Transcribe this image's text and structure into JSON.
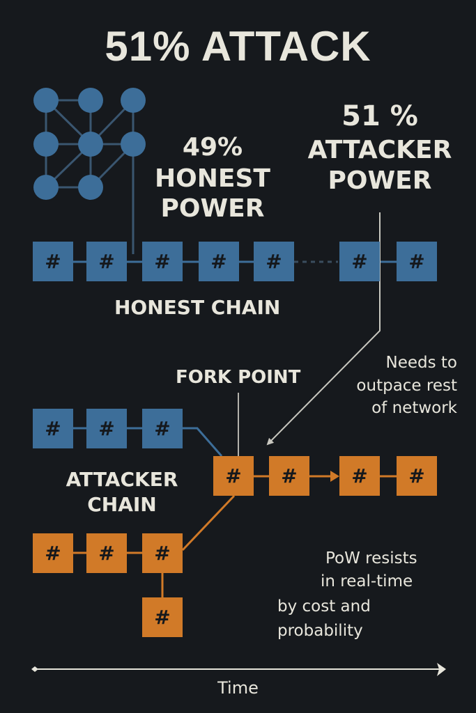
{
  "title": "51% ATTACK",
  "colors": {
    "background": "#16191d",
    "honest_blue": "#3d6e99",
    "attacker_orange": "#d17a28",
    "text": "#e8e6dc",
    "connector_gray": "#c9c8c0"
  },
  "network_icon": {
    "name": "network-nodes-icon",
    "node_count": 8
  },
  "honest_power": {
    "percent": "49%",
    "line1": "HONEST",
    "line2": "POWER"
  },
  "attacker_power": {
    "percent": "51 %",
    "line1": "ATTACKER",
    "line2": "POWER"
  },
  "block_symbol": "#",
  "honest_chain": {
    "label": "HONEST CHAIN",
    "block_count": 7
  },
  "fork_point": {
    "label": "FORK POINT"
  },
  "outpace_note": {
    "line1": "Needs to",
    "line2": "outpace rest",
    "line3": "of network"
  },
  "attacker_chain": {
    "line1": "ATTACKER",
    "line2": "CHAIN"
  },
  "pow_note": {
    "line1": "PoW resists",
    "line2": "in real-time",
    "line3": "by cost and",
    "line4": "probability"
  },
  "time_axis": {
    "label": "Time"
  }
}
